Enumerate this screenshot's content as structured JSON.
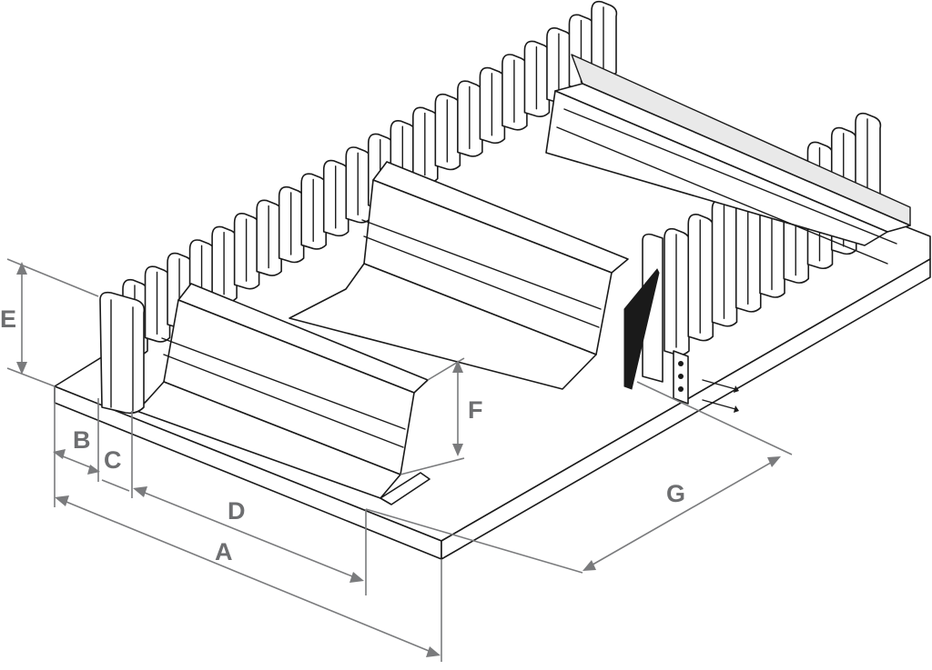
{
  "diagram": {
    "dimension_labels": {
      "A": "A",
      "B": "B",
      "C": "C",
      "D": "D",
      "E": "E",
      "F": "F",
      "G": "G"
    },
    "colors": {
      "dimension": "#7a7b7d",
      "outline": "#1a1a1a",
      "fill": "#ffffff"
    }
  }
}
